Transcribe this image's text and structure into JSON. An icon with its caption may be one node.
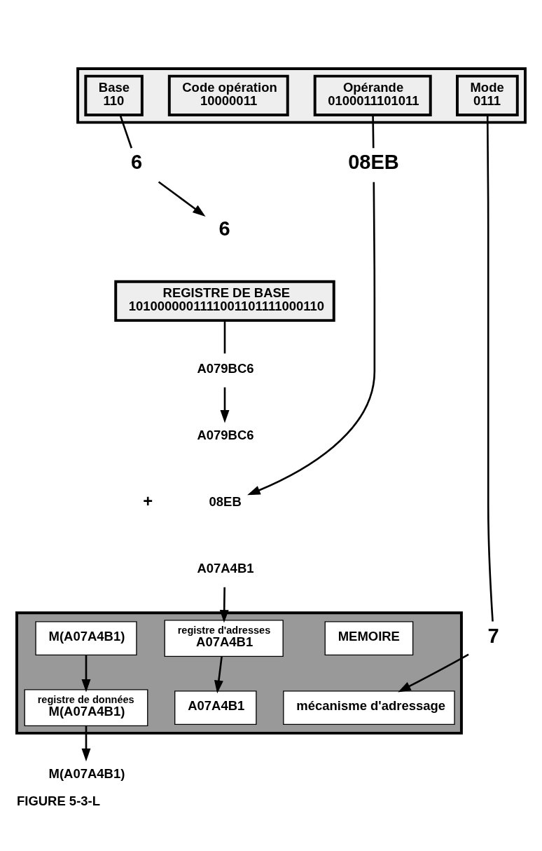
{
  "diagram": {
    "caption": "FIGURE 5-3-L",
    "nodes": [
      {
        "text": [],
        "shape": "box"
      },
      {
        "text": [
          "Code opération",
          "10000011"
        ],
        "in": 0
      },
      {
        "text": [
          "Mode",
          "0111"
        ],
        "in": 0
      },
      {
        "text": [
          "Base",
          "110"
        ],
        "in": 0
      },
      {
        "text": [
          "Opérande",
          "0100011101011"
        ],
        "in": 0
      },
      {
        "text": [
          "7"
        ]
      },
      {
        "text": [
          "6"
        ]
      },
      {
        "text": [
          "08EB"
        ]
      },
      {
        "text": [
          "6"
        ]
      },
      {
        "text": [
          "REGISTRE DE BASE",
          "1010000001111001101111000110"
        ]
      },
      {
        "text": [
          "A079BC6"
        ]
      },
      {
        "text": [
          "A079BC6"
        ]
      },
      {
        "text": [
          "08EB"
        ]
      },
      {
        "text": [
          "A07A4B1"
        ]
      },
      {
        "text": [],
        "shape": "box"
      },
      {
        "text": [
          "MEMOIRE"
        ],
        "in": 14
      },
      {
        "text": [
          "registre d'adresses",
          "A07A4B1"
        ],
        "in": 14
      },
      {
        "text": [
          "mécanisme d'adressage"
        ],
        "in": 14
      },
      {
        "text": [
          "A07A4B1"
        ],
        "in": 14
      },
      {
        "text": [
          "M(A07A4B1)"
        ],
        "in": 14
      },
      {
        "text": [
          "registre de données",
          "M(A07A4B1)"
        ],
        "in": 14
      },
      {
        "text": [
          "M(A07A4B1)"
        ]
      }
    ],
    "edges": [
      {
        "from": 2,
        "to": 5,
        "arrow": "none"
      },
      {
        "from": 3,
        "to": 6,
        "arrow": "none"
      },
      {
        "from": 4,
        "to": 7,
        "arrow": "none"
      },
      {
        "from": 6,
        "to": 8,
        "arrow": "to"
      },
      {
        "from": 9,
        "to": 10,
        "arrow": "none"
      },
      {
        "from": 10,
        "to": 11,
        "arrow": "to"
      },
      {
        "from": 7,
        "to": 12,
        "arrow": "to"
      },
      {
        "from": 5,
        "to": 17,
        "arrow": "to"
      },
      {
        "from": 13,
        "to": 16,
        "arrow": "to"
      },
      {
        "from": 16,
        "to": 18,
        "arrow": "to"
      },
      {
        "from": 19,
        "to": 20,
        "arrow": "to"
      },
      {
        "from": 20,
        "to": 21,
        "arrow": "to"
      }
    ],
    "labels": [
      "+"
    ]
  }
}
